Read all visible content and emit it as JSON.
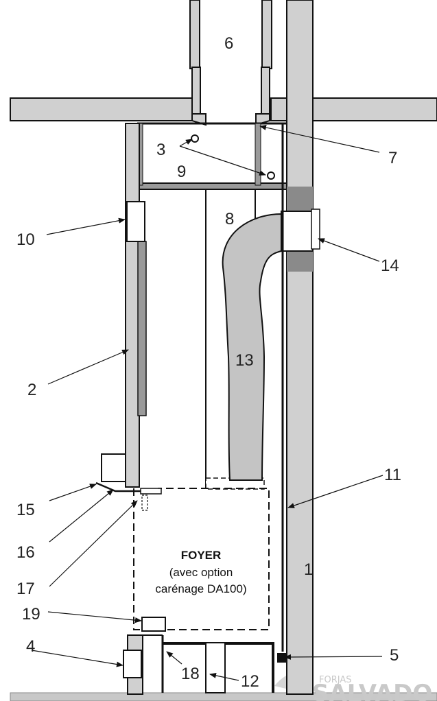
{
  "labels": {
    "n1": "1",
    "n2": "2",
    "n3": "3",
    "n4": "4",
    "n5": "5",
    "n6": "6",
    "n7": "7",
    "n8": "8",
    "n9": "9",
    "n10": "10",
    "n11": "11",
    "n12": "12",
    "n13": "13",
    "n14": "14",
    "n15": "15",
    "n16": "16",
    "n17": "17",
    "n18": "18",
    "n19": "19"
  },
  "foyer": {
    "title": "FOYER",
    "line1": "(avec option",
    "line2": "carénage DA100)"
  },
  "watermark": {
    "small": "FORJAS",
    "large": "SALVADO"
  }
}
